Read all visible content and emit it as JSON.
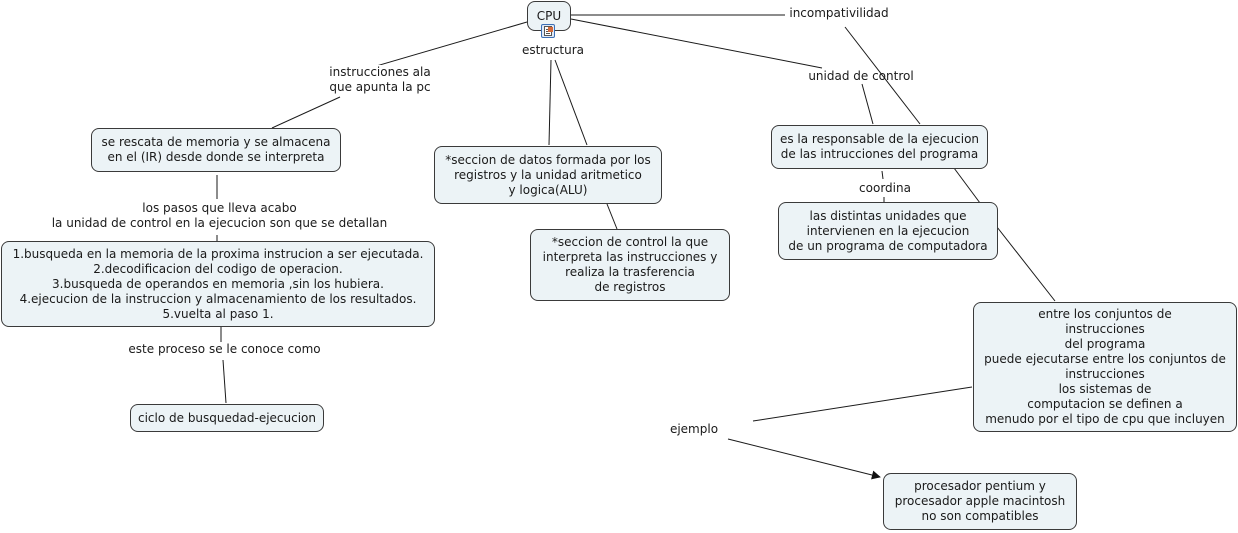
{
  "map": {
    "root": {
      "label": "CPU"
    },
    "nodes": [
      {
        "id": "rescata",
        "label": "se rescata  de memoria y se almacena\nen el (IR) desde donde se interpreta"
      },
      {
        "id": "pasos",
        "label": "1.busqueda en la memoria de la proxima instrucion  a ser ejecutada.\n2.decodificacion del codigo de operacion.\n3.busqueda de operandos en memoria ,sin los hubiera.\n4.ejecucion de la instruccion y almacenamiento de los resultados.\n5.vuelta al paso 1."
      },
      {
        "id": "ciclo",
        "label": "ciclo de busquedad-ejecucion"
      },
      {
        "id": "datos",
        "label": "*seccion de datos formada por los\nregistros y la unidad aritmetico\ny logica(ALU)"
      },
      {
        "id": "control",
        "label": "*seccion de control la que\ninterpreta las instrucciones  y\nrealiza la trasferencia\nde registros"
      },
      {
        "id": "responsable",
        "label": "es la responsable de la ejecucion\nde las intrucciones del programa"
      },
      {
        "id": "unidades",
        "label": "las distintas unidades que\nintervienen en la ejecucion\nde un programa de computadora"
      },
      {
        "id": "conjuntos",
        "label": "entre los conjuntos de\ninstrucciones\ndel programa\npuede ejecutarse  entre los conjuntos de\ninstrucciones\nlos sistemas de\ncomputacion se definen a\n menudo por el tipo de cpu que incluyen"
      },
      {
        "id": "procesador",
        "label": "procesador pentium y\nprocesador apple macintosh\nno son compatibles"
      }
    ],
    "linking_phrases": [
      {
        "id": "estructura",
        "label": "estructura"
      },
      {
        "id": "instrucciones",
        "label": "instrucciones ala\nque apunta la pc"
      },
      {
        "id": "lospasos",
        "label": "los pasos que lleva acabo\nla unidad  de control en la ejecucion son que se detallan"
      },
      {
        "id": "proceso",
        "label": "este proceso se le conoce como"
      },
      {
        "id": "incompat",
        "label": "incompativilidad"
      },
      {
        "id": "unidad",
        "label": "unidad de control"
      },
      {
        "id": "coordina",
        "label": "coordina"
      },
      {
        "id": "ejemplo",
        "label": "ejemplo"
      }
    ],
    "resource_icon": "document-image-icon",
    "colors": {
      "node_fill": "#ecf3f6",
      "node_border": "#3a3a3a",
      "line": "#1a1a1a"
    }
  }
}
